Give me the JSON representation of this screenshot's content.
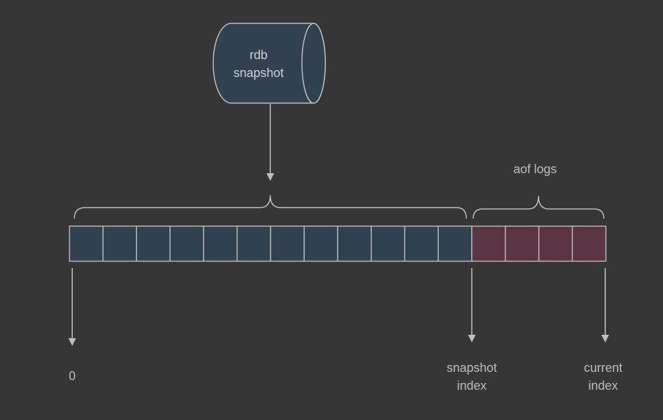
{
  "diagram": {
    "snapshot_db": {
      "line1": "rdb",
      "line2": "snapshot"
    },
    "aof_label": "aof logs",
    "snapshot_cells": 12,
    "aof_cells": 4,
    "markers": {
      "zero": "0",
      "snapshot_index": [
        "snapshot",
        "index"
      ],
      "current_index": [
        "current",
        "index"
      ]
    },
    "colors": {
      "background": "#363636",
      "snapshot_cell": "#31414f",
      "aof_cell": "#5a3442",
      "stroke": "#bfbfbf",
      "text": "#bdbdbd"
    }
  }
}
